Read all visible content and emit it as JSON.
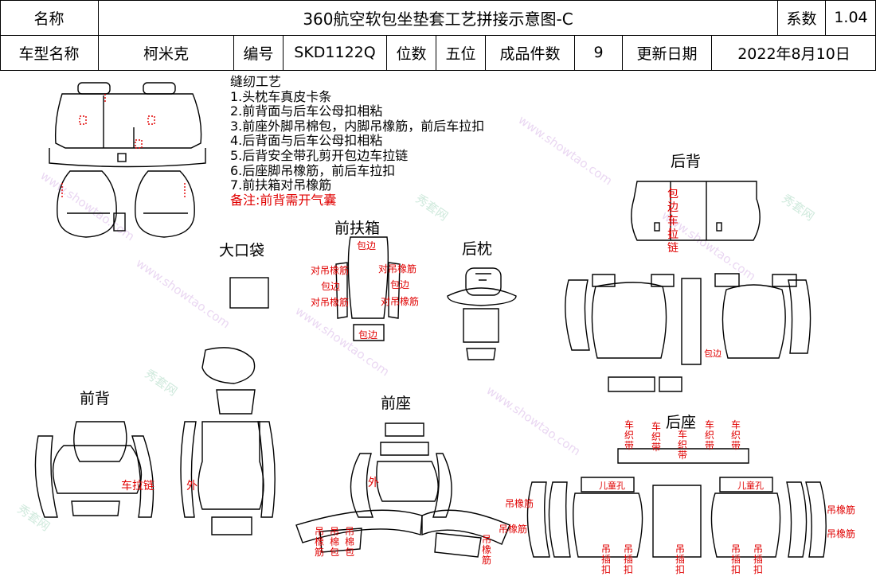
{
  "header": {
    "row1": {
      "name_label": "名称",
      "title": "360航空软包坐垫套工艺拼接示意图-C",
      "coef_label": "系数",
      "coef_value": "1.04"
    },
    "row2": {
      "model_label": "车型名称",
      "model_value": "柯米克",
      "code_label": "编号",
      "code_value": "SKD1122Q",
      "seats_label": "位数",
      "seats_value": "五位",
      "pieces_label": "成品件数",
      "pieces_value": "9",
      "date_label": "更新日期",
      "date_value": "2022年8月10日"
    }
  },
  "process": {
    "heading": "缝纫工艺",
    "steps": [
      "1.头枕车真皮卡条",
      "2.前背面与后车公母扣相粘",
      "3.前座外脚吊棉包，内脚吊橡筋，前后车拉扣",
      "4.后背面与后车公母扣相粘",
      "5.后背安全带孔剪开包边车拉链",
      "6.后座脚吊橡筋，前后车拉扣",
      "7.前扶箱对吊橡筋"
    ],
    "remark": "备注:前背需开气囊"
  },
  "sections": {
    "front_armrest": "前扶箱",
    "big_pocket": "大口袋",
    "rear_headrest": "后枕",
    "rear_back": "后背",
    "front_back": "前背",
    "front_seat": "前座",
    "rear_seat": "后座"
  },
  "annotations": {
    "armrest_top": "包边",
    "armrest_l1": "对吊橡筋",
    "armrest_l2": "包边",
    "armrest_l3": "对吊橡筋",
    "armrest_r1": "对吊橡筋",
    "armrest_r2": "包边",
    "armrest_r3": "对吊橡筋",
    "armrest_bottom": "包边",
    "rear_back_zip": "包边车拉链",
    "rear_back_small": "包边",
    "front_back_zip": "车拉链",
    "front_back_out": "外",
    "front_seat_out": "外",
    "front_seat_b1": "吊橡筋",
    "front_seat_b2": "吊棉包",
    "front_seat_b3": "吊棉包",
    "front_seat_b4": "吊橡筋",
    "rear_seat_strip1": "车织带",
    "rear_seat_strip2": "车织带",
    "rear_seat_strip3": "车织带",
    "rear_seat_strip4": "车织带",
    "rear_seat_strip5": "车织带",
    "child_hole_l": "儿童孔",
    "child_hole_r": "儿童孔",
    "rear_seat_l1": "吊橡筋",
    "rear_seat_l2": "吊橡筋",
    "rear_seat_r1": "吊橡筋",
    "rear_seat_r2": "吊橡筋",
    "clip1": "吊插扣",
    "clip2": "吊插扣",
    "clip3": "吊插扣",
    "clip4": "吊插扣",
    "clip5": "吊插扣"
  },
  "watermark": {
    "cn": "秀套网",
    "en": "www.showtao.com"
  },
  "colors": {
    "annotation_red": "#e00000",
    "outline": "#000000",
    "watermark": "#d9b8e8"
  }
}
